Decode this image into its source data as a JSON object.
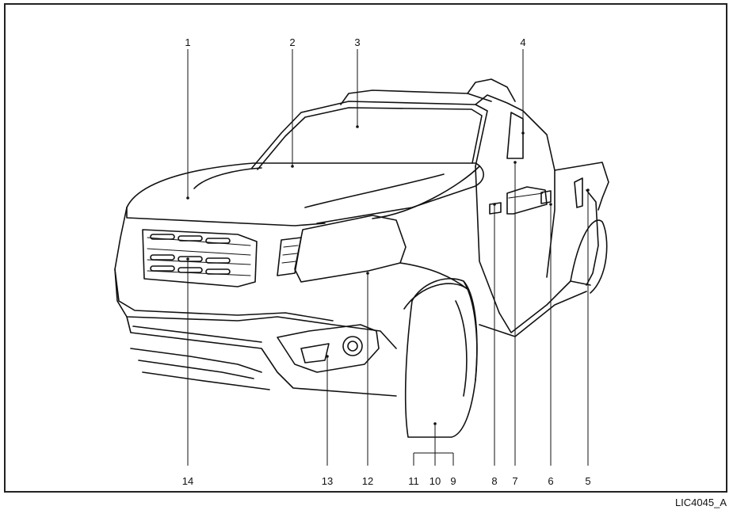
{
  "callouts": [
    "1",
    "2",
    "3",
    "4",
    "5",
    "6",
    "7",
    "8",
    "9",
    "10",
    "11",
    "12",
    "13",
    "14"
  ],
  "figure_code": "LIC4045_A"
}
